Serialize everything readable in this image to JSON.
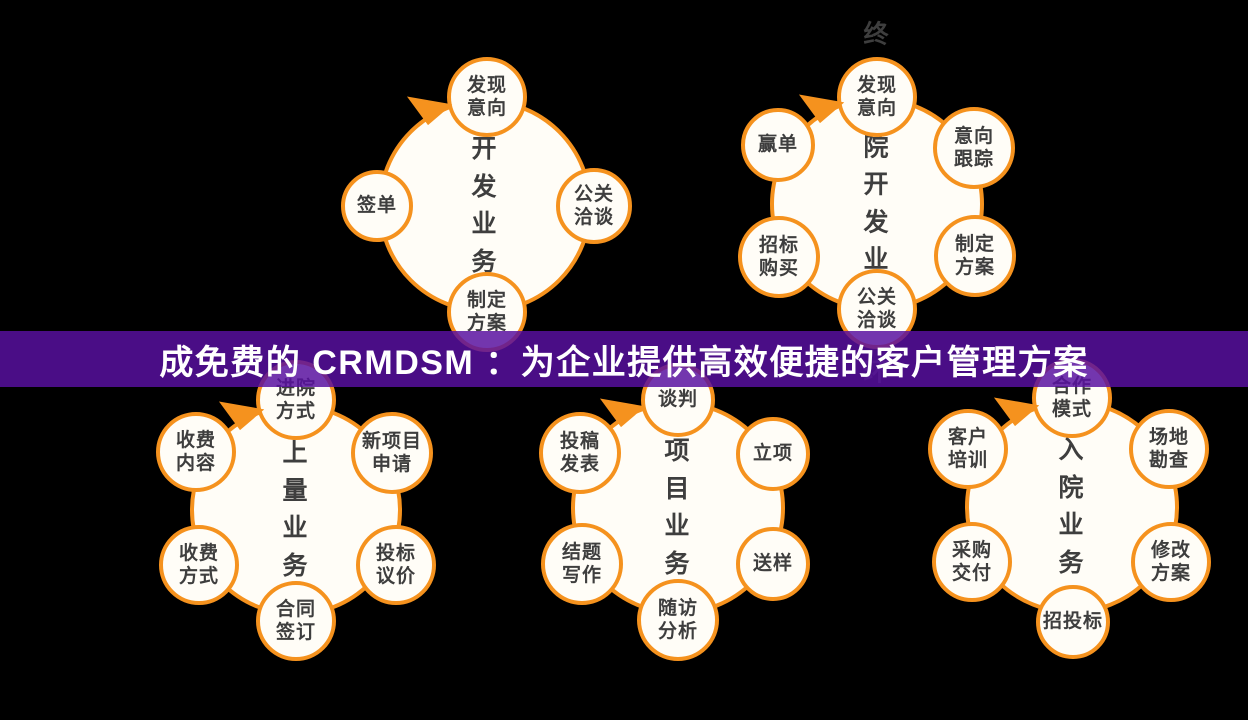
{
  "banner": {
    "text": "成免费的 CRMDSM ：为企业提供高效便捷的客户管理方案"
  },
  "palette": {
    "background": "#000000",
    "ring_orange": "#F5921E",
    "node_fill": "#FFFDF7",
    "label_color": "#3E3E3E",
    "banner_purple": "#4A0D86",
    "banner_text": "#FFFFFF"
  },
  "diagrams": [
    {
      "id": "channel-development-loop",
      "center": "渠道开发\n业务闭环",
      "nodes": [
        {
          "label": "发现\n意向"
        },
        {
          "label": "公关\n洽谈"
        },
        {
          "label": "制定\n方案"
        },
        {
          "label": "签单"
        }
      ]
    },
    {
      "id": "terminal-hospital-loop",
      "center": "终端医院开发\n业务闭环",
      "nodes": [
        {
          "label": "发现\n意向"
        },
        {
          "label": "意向\n跟踪"
        },
        {
          "label": "制定\n方案"
        },
        {
          "label": "公关\n洽谈"
        },
        {
          "label": "招标\n购买"
        },
        {
          "label": "赢单"
        }
      ]
    },
    {
      "id": "reagent-volume-loop",
      "center": "试剂上量\n业务闭环",
      "nodes": [
        {
          "label": "进院\n方式"
        },
        {
          "label": "新项目\n申请"
        },
        {
          "label": "投标\n议价"
        },
        {
          "label": "合同\n签订"
        },
        {
          "label": "收费\n方式"
        },
        {
          "label": "收费\n内容"
        }
      ]
    },
    {
      "id": "research-project-loop",
      "center": "科研项目\n业务闭环",
      "nodes": [
        {
          "label": "谈判"
        },
        {
          "label": "立项"
        },
        {
          "label": "送样"
        },
        {
          "label": "随访\n分析"
        },
        {
          "label": "结题\n写作"
        },
        {
          "label": "投稿\n发表"
        }
      ]
    },
    {
      "id": "platform-admission-loop",
      "center": "平台入院\n业务闭环",
      "nodes": [
        {
          "label": "合作\n模式"
        },
        {
          "label": "场地\n勘查"
        },
        {
          "label": "修改\n方案"
        },
        {
          "label": "招投标"
        },
        {
          "label": "采购\n交付"
        },
        {
          "label": "客户\n培训"
        }
      ]
    }
  ]
}
